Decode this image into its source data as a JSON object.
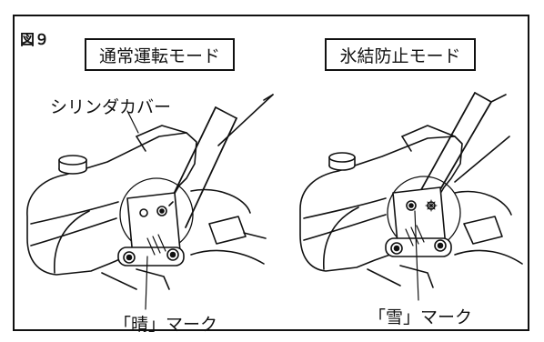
{
  "figure_number": "図９",
  "modes": {
    "normal": "通常運転モード",
    "anti_freeze": "氷結防止モード"
  },
  "labels": {
    "cylinder_cover": "シリンダカバー",
    "sun_mark": "「晴」マーク",
    "snow_mark": "「雪」マーク"
  }
}
